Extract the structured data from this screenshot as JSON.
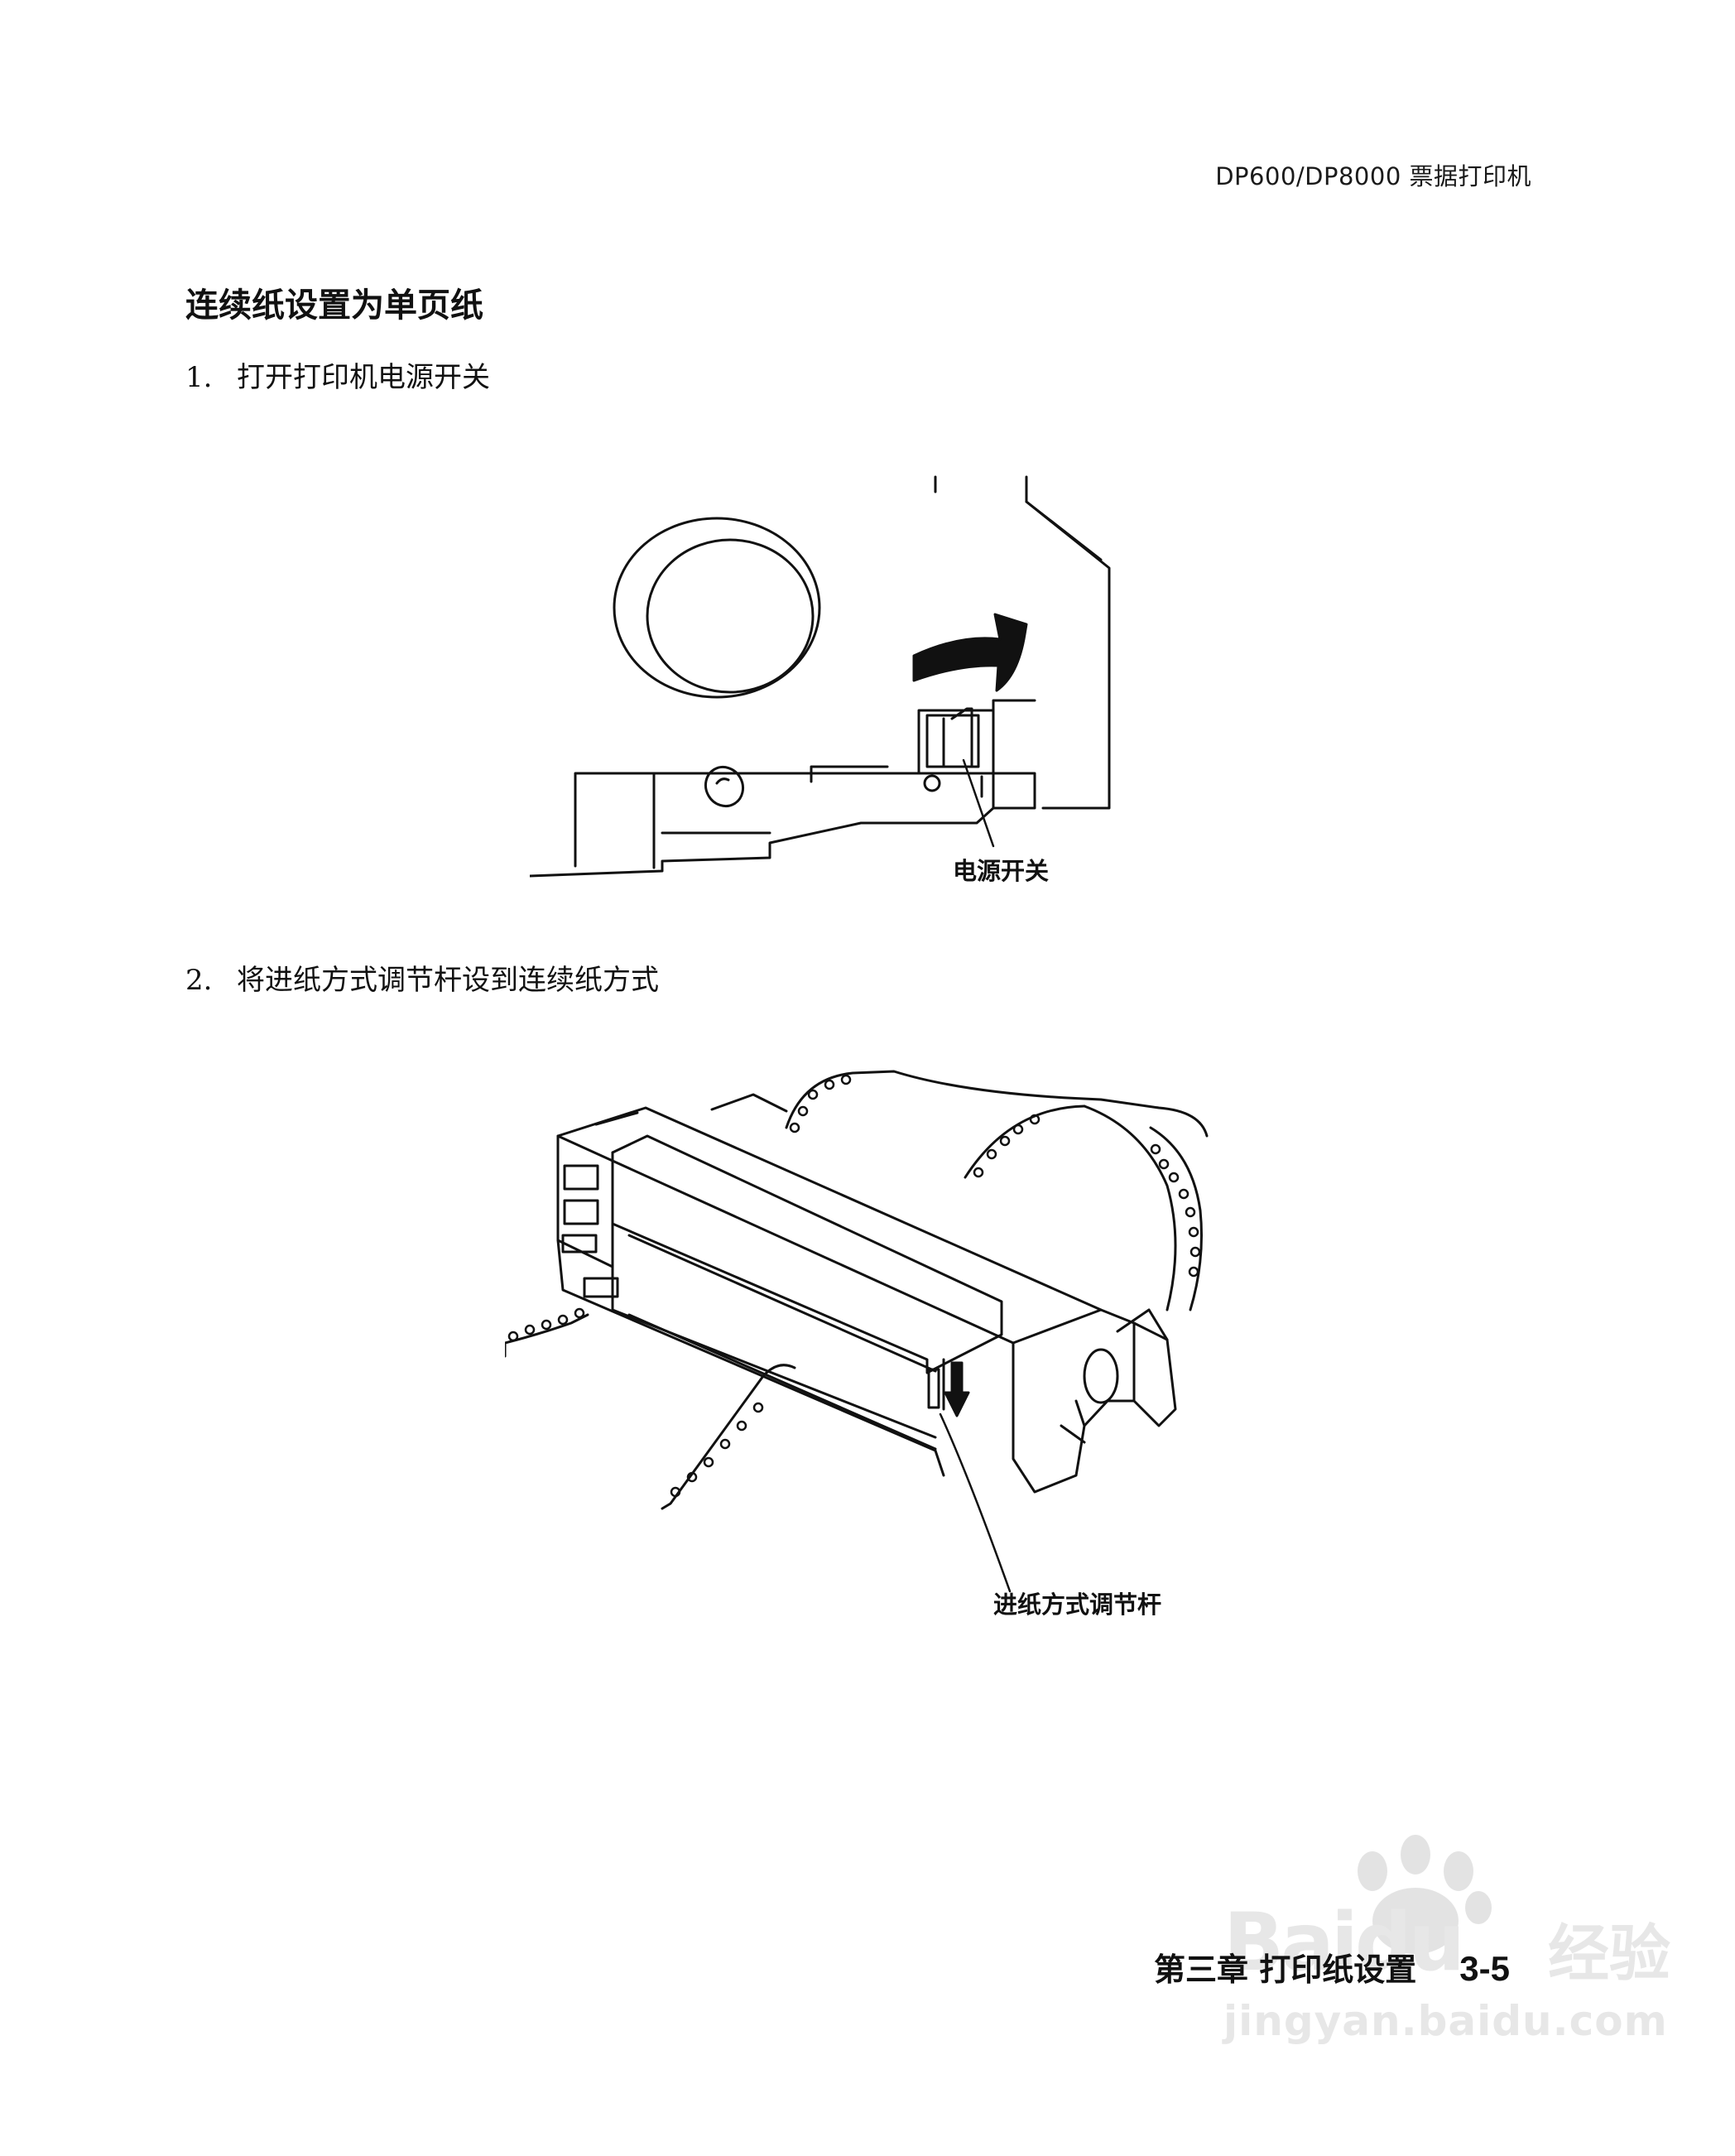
{
  "header": {
    "title": "DP600/DP8000 票据打印机"
  },
  "section": {
    "title": "连续纸设置为单页纸"
  },
  "steps": [
    {
      "num": "1.",
      "text": "打开打印机电源开关"
    },
    {
      "num": "2.",
      "text": "将进纸方式调节杆设到连续纸方式"
    }
  ],
  "figures": [
    {
      "label": "电源开关"
    },
    {
      "label": "进纸方式调节杆"
    }
  ],
  "footer": {
    "chapter": "第三章 打印纸设置",
    "page": "3-5"
  },
  "watermark": {
    "brand": "Baidu",
    "service": "经验",
    "url": "jingyan.baidu.com"
  }
}
